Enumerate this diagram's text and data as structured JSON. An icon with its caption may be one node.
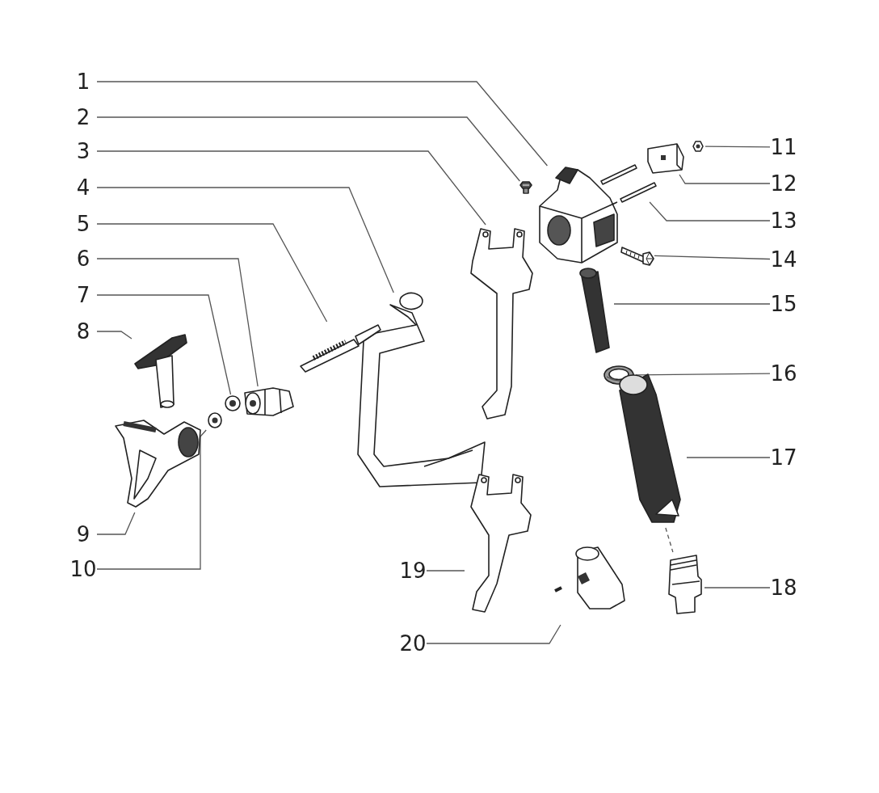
{
  "diagram": {
    "nodes": [
      {
        "text": [
          "1"
        ]
      },
      {
        "text": [
          "2"
        ]
      },
      {
        "text": [
          "3"
        ]
      },
      {
        "text": [
          "4"
        ]
      },
      {
        "text": [
          "5"
        ]
      },
      {
        "text": [
          "6"
        ]
      },
      {
        "text": [
          "7"
        ]
      },
      {
        "text": [
          "8"
        ]
      },
      {
        "text": [
          "9"
        ]
      },
      {
        "text": [
          "10"
        ]
      },
      {
        "text": [
          "11"
        ]
      },
      {
        "text": [
          "12"
        ]
      },
      {
        "text": [
          "13"
        ]
      },
      {
        "text": [
          "14"
        ]
      },
      {
        "text": [
          "15"
        ]
      },
      {
        "text": [
          "16"
        ]
      },
      {
        "text": [
          "17"
        ]
      },
      {
        "text": [
          "18"
        ]
      },
      {
        "text": [
          "19"
        ]
      },
      {
        "text": [
          "20"
        ]
      },
      {
        "text": [],
        "shape": "picture"
      },
      {
        "text": [],
        "shape": "picture"
      },
      {
        "text": [],
        "shape": "picture"
      },
      {
        "text": [],
        "shape": "picture"
      },
      {
        "text": [],
        "shape": "picture"
      },
      {
        "text": [],
        "shape": "picture"
      },
      {
        "text": [],
        "shape": "picture"
      },
      {
        "text": [],
        "shape": "picture"
      },
      {
        "text": [],
        "shape": "picture"
      },
      {
        "text": [],
        "shape": "picture"
      },
      {
        "text": [],
        "shape": "picture"
      },
      {
        "text": [],
        "shape": "picture"
      },
      {
        "text": [],
        "shape": "picture"
      },
      {
        "text": [],
        "shape": "picture"
      },
      {
        "text": [],
        "shape": "picture"
      },
      {
        "text": [],
        "shape": "picture"
      },
      {
        "text": [],
        "shape": "picture"
      },
      {
        "text": [],
        "shape": "picture"
      },
      {
        "text": [],
        "shape": "picture"
      },
      {
        "text": [],
        "shape": "picture"
      }
    ],
    "edges": [
      {
        "from": 0,
        "to": 20,
        "arrow": "none"
      },
      {
        "from": 1,
        "to": 21,
        "arrow": "none"
      },
      {
        "from": 2,
        "to": 22,
        "arrow": "none"
      },
      {
        "from": 3,
        "to": 23,
        "arrow": "none"
      },
      {
        "from": 4,
        "to": 24,
        "arrow": "none"
      },
      {
        "from": 5,
        "to": 25,
        "arrow": "none"
      },
      {
        "from": 6,
        "to": 26,
        "arrow": "none"
      },
      {
        "from": 7,
        "to": 27,
        "arrow": "none"
      },
      {
        "from": 8,
        "to": 28,
        "arrow": "none"
      },
      {
        "from": 9,
        "to": 29,
        "arrow": "none"
      },
      {
        "from": 10,
        "to": 30,
        "arrow": "none"
      },
      {
        "from": 11,
        "to": 31,
        "arrow": "none"
      },
      {
        "from": 12,
        "to": 32,
        "arrow": "none"
      },
      {
        "from": 13,
        "to": 33,
        "arrow": "none"
      },
      {
        "from": 14,
        "to": 34,
        "arrow": "none"
      },
      {
        "from": 15,
        "to": 35,
        "arrow": "none"
      },
      {
        "from": 16,
        "to": 36,
        "arrow": "none"
      },
      {
        "from": 17,
        "to": 37,
        "arrow": "none"
      },
      {
        "from": 18,
        "to": 38,
        "arrow": "none"
      },
      {
        "from": 19,
        "to": 39,
        "arrow": "none"
      },
      {
        "from": 36,
        "to": 37,
        "arrow": "none",
        "style": "dashed"
      }
    ]
  }
}
